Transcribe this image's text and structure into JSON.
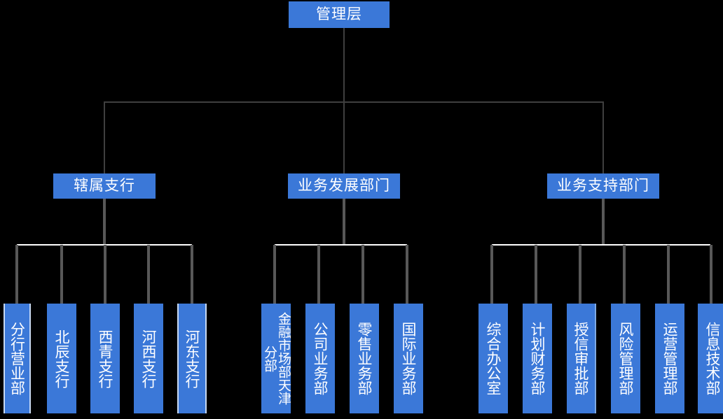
{
  "diagram": {
    "title_node": {
      "label": "管理层"
    },
    "background_color": "#000000",
    "node_color": "#3b78d8",
    "text_color": "#ffffff",
    "connector_color": "#585858",
    "levels": [
      {
        "name": "level-1",
        "nodes": [
          {
            "label": "辖属支行"
          },
          {
            "label": "业务发展部门"
          },
          {
            "label": "业务支持部门"
          }
        ]
      },
      {
        "name": "level-2",
        "groups": [
          {
            "parent": "辖属支行",
            "nodes": [
              {
                "label": "分行营业部"
              },
              {
                "label": "北辰支行"
              },
              {
                "label": "西青支行"
              },
              {
                "label": "河西支行"
              },
              {
                "label": "河东支行"
              }
            ]
          },
          {
            "parent": "业务发展部门",
            "nodes": [
              {
                "label": "金融市场部天津分部"
              },
              {
                "label": "公司业务部"
              },
              {
                "label": "零售业务部"
              },
              {
                "label": "国际业务部"
              }
            ]
          },
          {
            "parent": "业务支持部门",
            "nodes": [
              {
                "label": "综合办公室"
              },
              {
                "label": "计划财务部"
              },
              {
                "label": "授信审批部"
              },
              {
                "label": "风险管理部"
              },
              {
                "label": "运营管理部"
              },
              {
                "label": "信息技术部"
              }
            ]
          }
        ]
      }
    ]
  }
}
